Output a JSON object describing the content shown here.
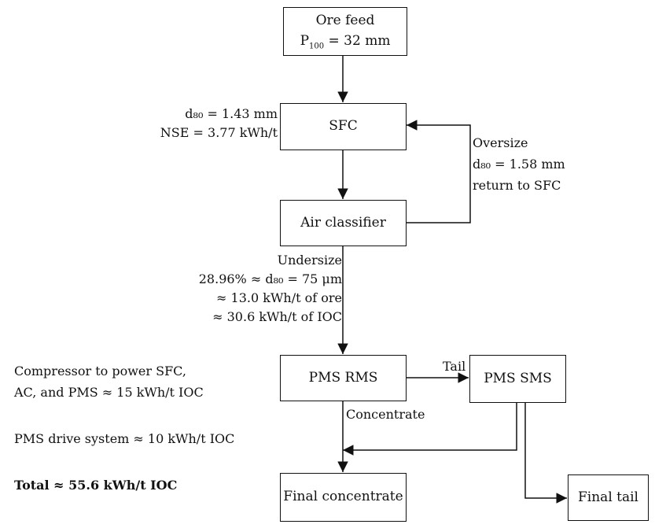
{
  "nodes": {
    "ore_feed": {
      "line1": "Ore feed",
      "line2_prefix": "P",
      "line2_sub": "100",
      "line2_suffix": " = 32 mm"
    },
    "sfc": {
      "label": "SFC"
    },
    "air_classifier": {
      "label": "Air classifier"
    },
    "pms_rms": {
      "label": "PMS RMS"
    },
    "pms_sms": {
      "label": "PMS SMS"
    },
    "final_concentrate": {
      "label": "Final concentrate"
    },
    "final_tail": {
      "label": "Final tail"
    }
  },
  "annotations": {
    "sfc_d80": "d₈₀ = 1.43 mm",
    "sfc_nse": "NSE = 3.77 kWh/t",
    "oversize_title": "Oversize",
    "oversize_d80": "d₈₀ = 1.58 mm",
    "oversize_return": "return to SFC",
    "undersize_title": "Undersize",
    "undersize_pct": "28.96% ≈ d₈₀ = 75 μm",
    "undersize_ore": "≈ 13.0 kWh/t of ore",
    "undersize_ioc": "≈ 30.6 kWh/t of IOC",
    "tail_label": "Tail",
    "concentrate_label": "Concentrate"
  },
  "energy_summary": {
    "compressor_line1": "Compressor to power SFC,",
    "compressor_line2": "AC, and PMS ≈ 15 kWh/t IOC",
    "drive": "PMS drive system ≈ 10 kWh/t IOC",
    "total": "Total ≈ 55.6 kWh/t IOC"
  }
}
